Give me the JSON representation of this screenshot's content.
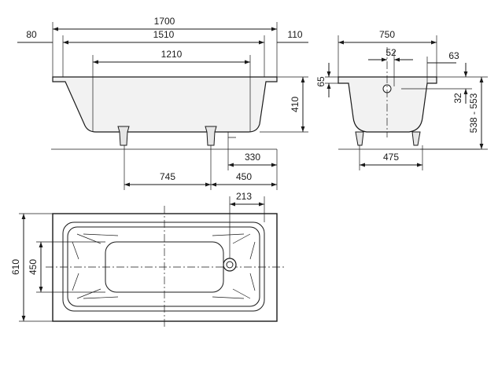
{
  "dimensions": {
    "side": {
      "total_length": "1700",
      "left_rim": "80",
      "inner_length": "1510",
      "right_rim": "110",
      "bottom_length": "1210",
      "depth": "410",
      "drain_offset": "330",
      "leg_offset_left": "745",
      "leg_offset_right": "450"
    },
    "front": {
      "total_width": "750",
      "drain_width": "52",
      "rim_offset": "63",
      "rim_height": "65",
      "drain_height": "32",
      "overall_height": "538 - 553",
      "leg_spacing": "475"
    },
    "top": {
      "drain_offset": "213",
      "outer_width": "610",
      "bottom_width": "450"
    }
  }
}
